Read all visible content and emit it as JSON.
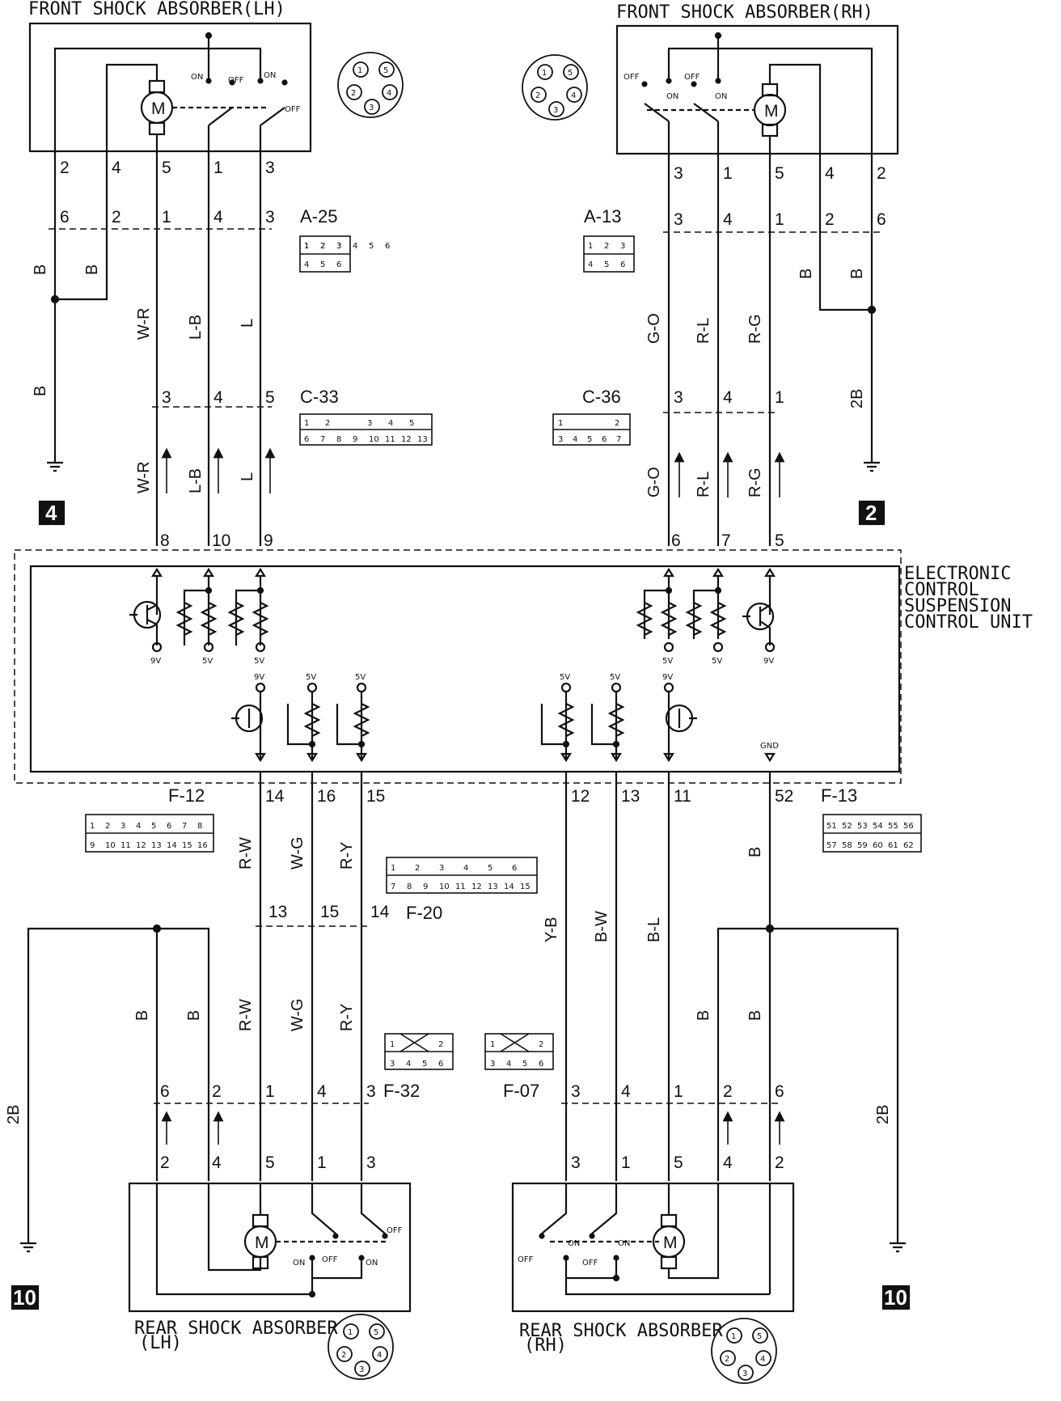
{
  "components": {
    "front_lh": "FRONT SHOCK ABSORBER(LH)",
    "front_rh": "FRONT SHOCK ABSORBER(RH)",
    "rear_lh_1": "REAR SHOCK ABSORBER",
    "rear_lh_2": "(LH)",
    "rear_rh_1": "REAR SHOCK ABSORBER",
    "rear_rh_2": "(RH)",
    "ecu_1": "ELECTRONIC",
    "ecu_2": "CONTROL",
    "ecu_3": "SUSPENSION",
    "ecu_4": "CONTROL UNIT"
  },
  "switch_labels": {
    "on": "ON",
    "off": "OFF",
    "motor": "M"
  },
  "voltage_labels": {
    "v9": "9V",
    "v5": "5V",
    "gnd": "GND"
  },
  "connectors": {
    "a25": "A-25",
    "a13": "A-13",
    "c33": "C-33",
    "c36": "C-36",
    "f12": "F-12",
    "f13": "F-13",
    "f20": "F-20",
    "f32": "F-32",
    "f07": "F-07"
  },
  "connector_pins": {
    "six": [
      "1",
      "2",
      "3",
      "4",
      "5",
      "6"
    ],
    "c33_row1": [
      "1",
      "2",
      "",
      "3",
      "4",
      "5"
    ],
    "c33_row2": [
      "6",
      "7",
      "8",
      "9",
      "10",
      "11",
      "12",
      "13"
    ],
    "c36_row1": [
      "1",
      "2"
    ],
    "c36_row2": [
      "3",
      "4",
      "5",
      "6",
      "7"
    ],
    "f12_row1": [
      "1",
      "2",
      "3",
      "4",
      "5",
      "6",
      "7",
      "8"
    ],
    "f12_row2": [
      "9",
      "10",
      "11",
      "12",
      "13",
      "14",
      "15",
      "16"
    ],
    "f13_row1": [
      "51",
      "52",
      "53",
      "54",
      "55",
      "56"
    ],
    "f13_row2": [
      "57",
      "58",
      "59",
      "60",
      "61",
      "62"
    ],
    "f20_row1": [
      "1",
      "2",
      "3",
      "4",
      "5",
      "6"
    ],
    "f20_row2": [
      "7",
      "8",
      "9",
      "10",
      "11",
      "12",
      "13",
      "14",
      "15"
    ],
    "f32_row1": [
      "1",
      "2"
    ],
    "f32_row2": [
      "3",
      "4",
      "5",
      "6"
    ],
    "f07_row1": [
      "1",
      "2"
    ],
    "f07_row2": [
      "3",
      "4",
      "5",
      "6"
    ]
  },
  "wire_colors": {
    "b": "B",
    "wr": "W-R",
    "lb": "L-B",
    "l": "L",
    "go": "G-O",
    "rl": "R-L",
    "rg": "R-G",
    "b2": "2B",
    "rw": "R-W",
    "wg": "W-G",
    "ry": "R-Y",
    "yb": "Y-B",
    "bw": "B-W",
    "bl": "B-L"
  },
  "ground_points": {
    "g4": "4",
    "g2": "2",
    "g10": "10"
  },
  "pins": {
    "flh_top": [
      "2",
      "4",
      "5",
      "1",
      "3"
    ],
    "flh_a25": [
      "6",
      "2",
      "1",
      "4",
      "3"
    ],
    "flh_c33": [
      "3",
      "4",
      "5"
    ],
    "flh_ecu": [
      "8",
      "10",
      "9"
    ],
    "frh_top": [
      "3",
      "1",
      "5",
      "4",
      "2"
    ],
    "frh_a13": [
      "3",
      "4",
      "1",
      "2",
      "6"
    ],
    "frh_c36": [
      "3",
      "4",
      "1"
    ],
    "frh_ecu": [
      "6",
      "7",
      "5"
    ],
    "ecu_bottom_l": [
      "14",
      "16",
      "15"
    ],
    "ecu_bottom_r": [
      "12",
      "13",
      "11"
    ],
    "ecu_gnd": "52",
    "f20": [
      "13",
      "15",
      "14"
    ],
    "rlh_f32": [
      "6",
      "2",
      "1",
      "4",
      "3"
    ],
    "rlh_body": [
      "2",
      "4",
      "5",
      "1",
      "3"
    ],
    "rrh_f07": [
      "3",
      "4",
      "1",
      "2",
      "6"
    ],
    "rrh_body": [
      "3",
      "1",
      "5",
      "4",
      "2"
    ]
  },
  "round_connector": [
    "1",
    "5",
    "2",
    "4",
    "3"
  ]
}
